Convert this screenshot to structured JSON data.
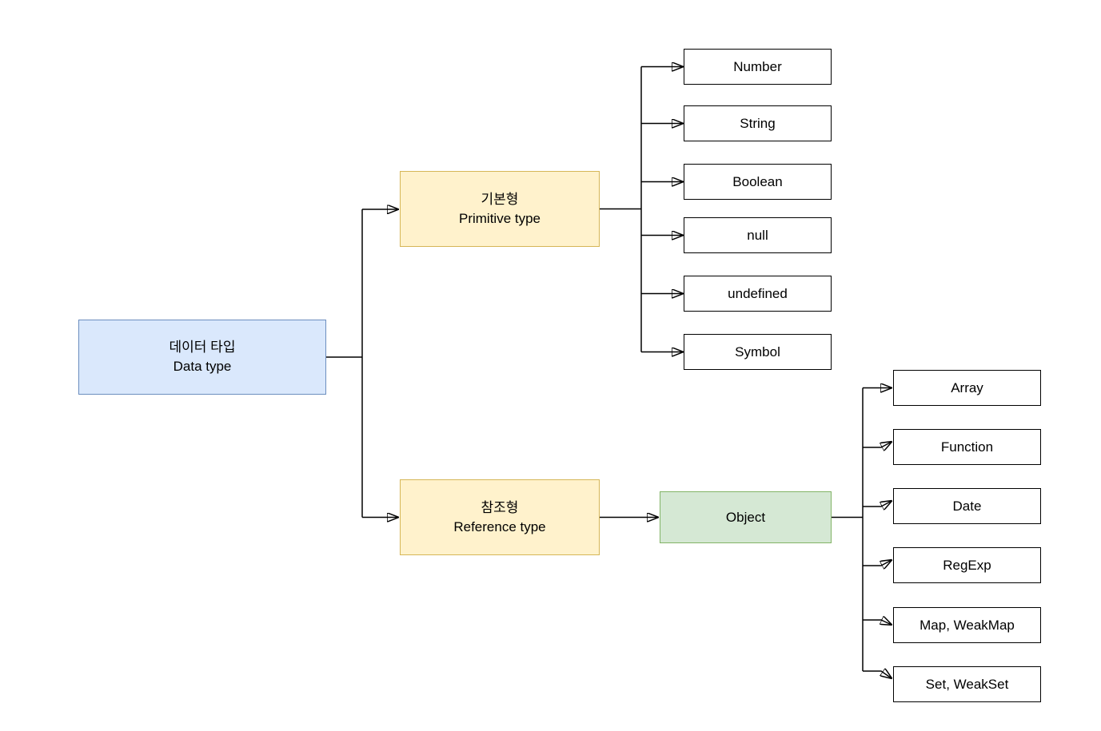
{
  "nodes": {
    "root": {
      "label_ko": "데이터 타입",
      "label_en": "Data type"
    },
    "primitive": {
      "label_ko": "기본형",
      "label_en": "Primitive type"
    },
    "reference": {
      "label_ko": "참조형",
      "label_en": "Reference type"
    },
    "object": {
      "label": "Object"
    },
    "primitive_children": [
      "Number",
      "String",
      "Boolean",
      "null",
      "undefined",
      "Symbol"
    ],
    "object_children": [
      "Array",
      "Function",
      "Date",
      "RegExp",
      "Map, WeakMap",
      "Set, WeakSet"
    ]
  },
  "colors": {
    "background": "#ffffff",
    "root_fill": "#dae8fc",
    "root_border": "#6c8ebf",
    "type_fill": "#fff2cc",
    "type_border": "#d6b656",
    "object_fill": "#d5e8d4",
    "object_border": "#82b366",
    "leaf_fill": "#ffffff",
    "leaf_border": "#000000",
    "connector": "#000000"
  }
}
